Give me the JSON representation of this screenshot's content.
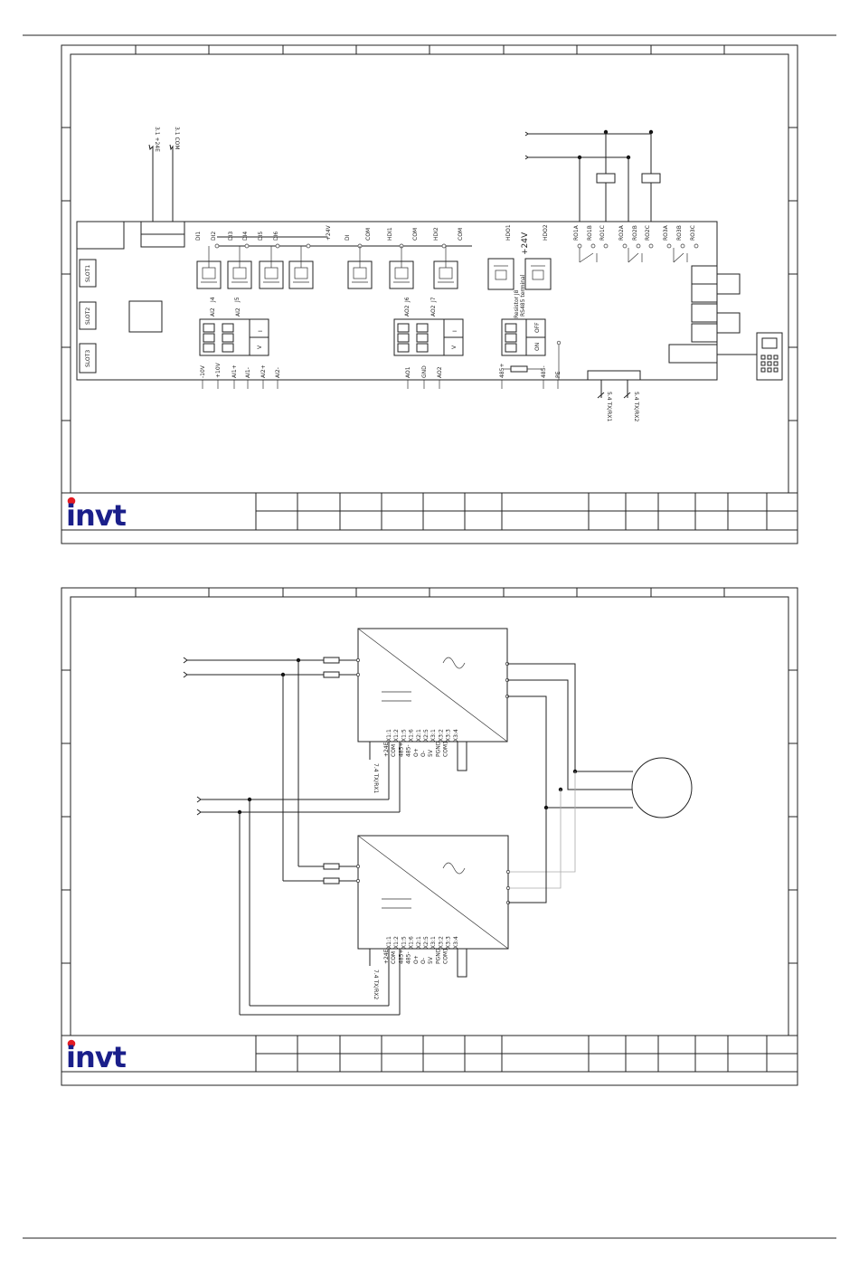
{
  "brand": {
    "name": "invt",
    "color": "#1a1f8a",
    "dot_color": "#e31b23"
  },
  "sheet1": {
    "top_feed_labels": [
      "3.1 +24E",
      "3.1 COM"
    ],
    "top_terminals": [
      "DI1",
      "DI2",
      "DI3",
      "DI4",
      "DI5",
      "DI6",
      "+24V",
      "DI",
      "COM",
      "HDI1",
      "COM",
      "HDI2",
      "COM",
      "HDO1",
      "HDO2"
    ],
    "relay_terminals": [
      "RO1A",
      "RO1B",
      "RO1C",
      "RO2A",
      "RO2B",
      "RO2C",
      "RO3A",
      "RO3B",
      "RO3C"
    ],
    "slots": [
      "SLOT1",
      "SLOT2",
      "SLOT3"
    ],
    "jumpers": [
      "J4",
      "J5",
      "J6",
      "J7",
      "Resistor J8"
    ],
    "switch_labels": {
      "ai2_a": "AI2",
      "ai2_b": "AI2",
      "ao2_a": "AO2",
      "ao2_b": "AO2",
      "minus": "I",
      "v": "V",
      "on": "ON",
      "off": "OFF",
      "rs485": "RS485 terminal",
      "plus24": "+24V"
    },
    "bottom_terminals": [
      "-10V",
      "+10V",
      "AI1+",
      "AI1-",
      "AI2+",
      "AI2-",
      "AO1",
      "GND",
      "AO2",
      "485+",
      "485-",
      "PE"
    ],
    "comm_labels": [
      "5.4 TX/RX1",
      "5.4 TX/RX2"
    ]
  },
  "sheet2": {
    "drive_terminals_1": [
      "X1:1",
      "X1:2",
      "X1:5",
      "X1:6",
      "X2:1",
      "X2:5",
      "X3:1",
      "X3:2",
      "X3:3",
      "X3:4"
    ],
    "drive_sublabels_1": [
      "+24E",
      "COM",
      "485+",
      "485-",
      "O+",
      "O-",
      "5V",
      "PGND",
      "COM1"
    ],
    "drive_terminals_2": [
      "X1:1",
      "X1:2",
      "X1:5",
      "X1:6",
      "X2:1",
      "X2:5",
      "X3:1",
      "X3:2",
      "X3:3",
      "X3:4"
    ],
    "drive_sublabels_2": [
      "+24E",
      "COM",
      "485+",
      "485-",
      "O+",
      "O-",
      "5V",
      "PGND",
      "COM1"
    ],
    "comm_labels": [
      "7.4 TX/RX1",
      "7.4 TX/RX2"
    ]
  }
}
